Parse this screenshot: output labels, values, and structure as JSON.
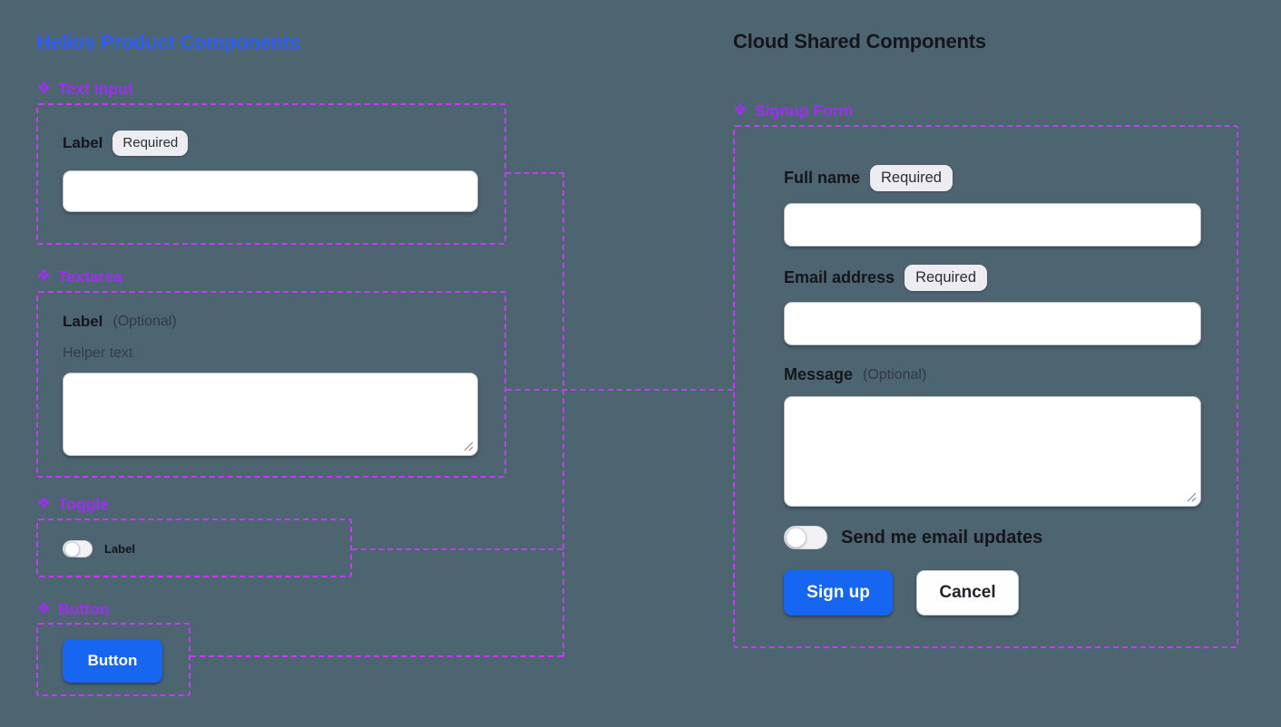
{
  "icons": {
    "component_glyph": "❖"
  },
  "colors": {
    "background": "#4d6570",
    "heading_blue": "#2e5cf6",
    "component_purple": "#9e2ff2",
    "wire_purple": "#c43bfa",
    "primary_button_blue": "#1766f2",
    "badge_bg": "#ececf1"
  },
  "left": {
    "title": "Helios Product Components",
    "text_input": {
      "heading": "Text Input",
      "label": "Label",
      "badge": "Required",
      "value": ""
    },
    "textarea": {
      "heading": "Textarea",
      "label": "Label",
      "optional": "(Optional)",
      "helper": "Helper text",
      "value": ""
    },
    "toggle": {
      "heading": "Toggle",
      "label": "Label",
      "state": "off"
    },
    "button": {
      "heading": "Button",
      "label": "Button"
    }
  },
  "right": {
    "title": "Cloud Shared Components",
    "form": {
      "heading": "Signup Form",
      "full_name": {
        "label": "Full name",
        "badge": "Required",
        "value": ""
      },
      "email": {
        "label": "Email address",
        "badge": "Required",
        "value": ""
      },
      "message": {
        "label": "Message",
        "optional": "(Optional)",
        "value": ""
      },
      "toggle": {
        "label": "Send me email updates",
        "state": "off"
      },
      "submit_label": "Sign up",
      "cancel_label": "Cancel"
    }
  }
}
